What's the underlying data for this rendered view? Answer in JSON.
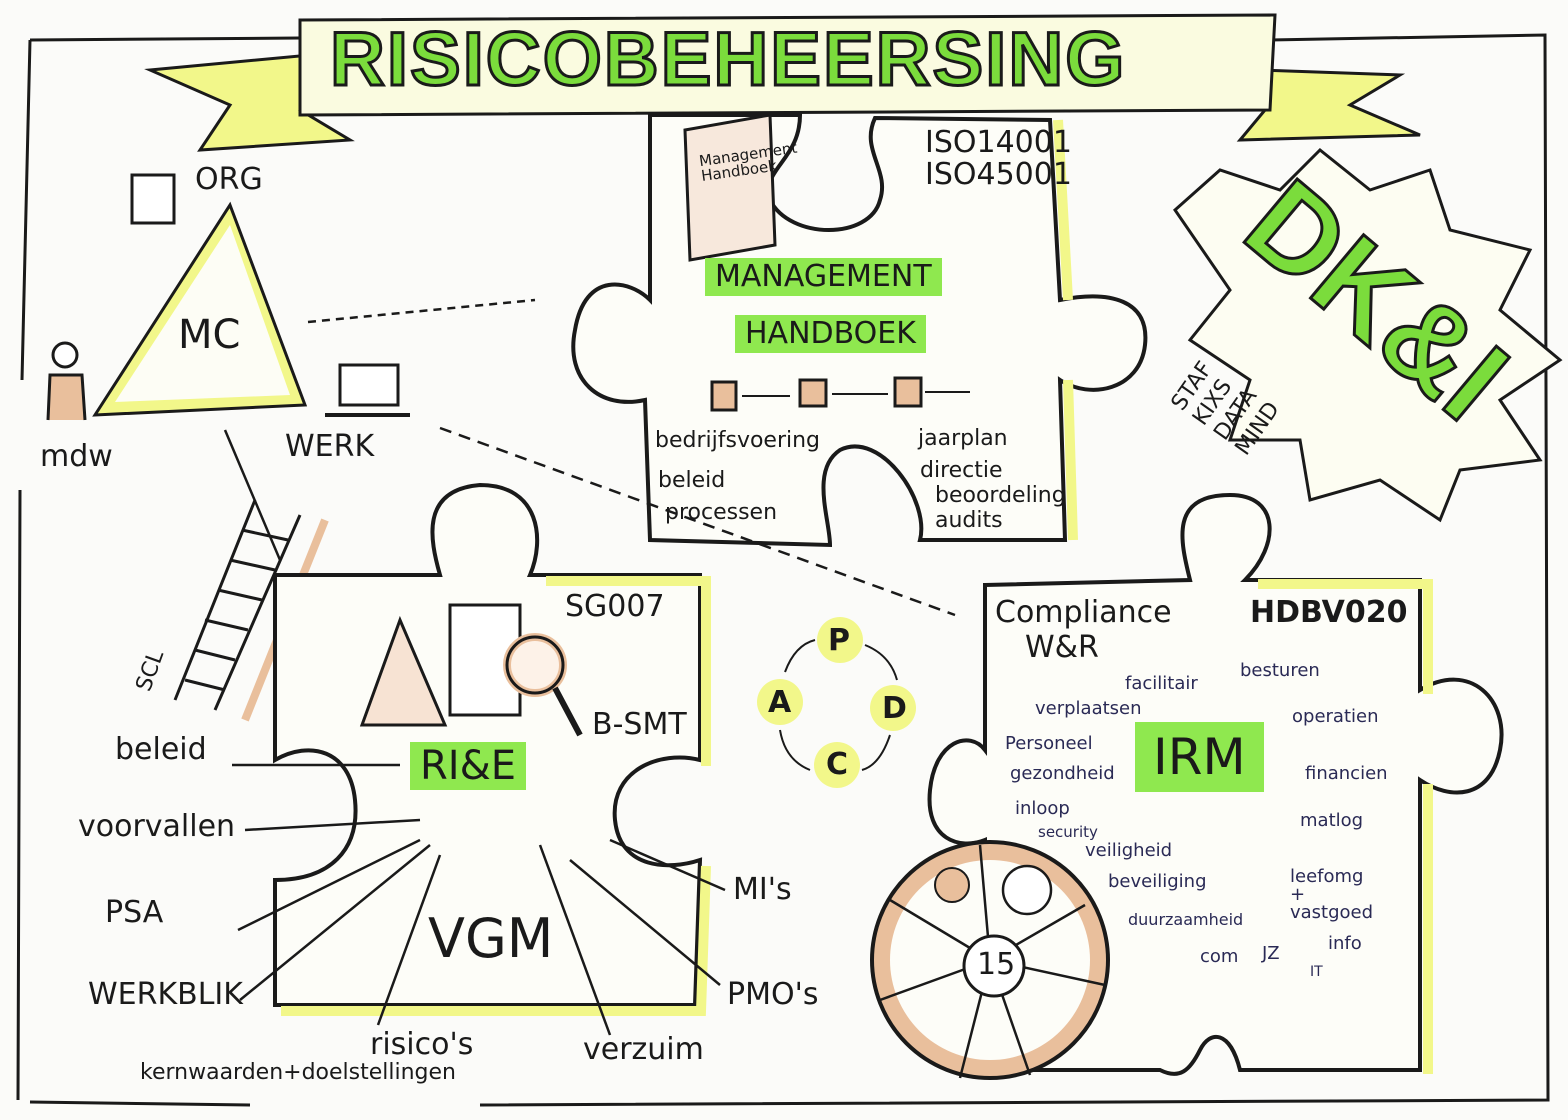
{
  "title": "RISICOBEHEERSING",
  "badge": {
    "text": "DK&I",
    "items": [
      "STAF",
      "KIXS",
      "DATA",
      "MIND"
    ]
  },
  "org_triangle": {
    "org": "ORG",
    "center": "MC",
    "left": "mdw",
    "right": "WERK",
    "ladder": "SCL"
  },
  "management_piece": {
    "book_label": "Management Handboek",
    "standards": [
      "ISO14001",
      "ISO45001"
    ],
    "title_line1": "MANAGEMENT",
    "title_line2": "HANDBOEK",
    "left_items": [
      "bedrijfsvoering",
      "beleid",
      "processen"
    ],
    "right_items": [
      "jaarplan",
      "directie",
      "beoordeling",
      "audits"
    ]
  },
  "rie_piece": {
    "code": "SG007",
    "side": "B-SMT",
    "title": "RI&E",
    "bottom": "VGM",
    "left_items": [
      "beleid",
      "voorvallen",
      "PSA",
      "WERKBLIK"
    ],
    "bottom_items": [
      "risico's",
      "kernwaarden+doelstellingen",
      "verzuim"
    ],
    "right_items": [
      "MI's",
      "PMO's"
    ]
  },
  "pdca": [
    "P",
    "D",
    "C",
    "A"
  ],
  "irm_piece": {
    "header1": "Compliance",
    "header2": "W&R",
    "code": "HDBV020",
    "title": "IRM",
    "domains": [
      "facilitair",
      "besturen",
      "verplaatsen",
      "operatien",
      "Personeel",
      "gezondheid",
      "financien",
      "inloop",
      "security",
      "matlog",
      "veiligheid",
      "beveiliging",
      "leefomg + vastgoed",
      "duurzaamheid",
      "com",
      "JZ",
      "info",
      "IT"
    ],
    "wheel_center": "15"
  },
  "colors": {
    "green": "#8fe84f",
    "yellow": "#f2f78a",
    "peach": "#e9bf9c",
    "ink": "#1a1a1a"
  }
}
